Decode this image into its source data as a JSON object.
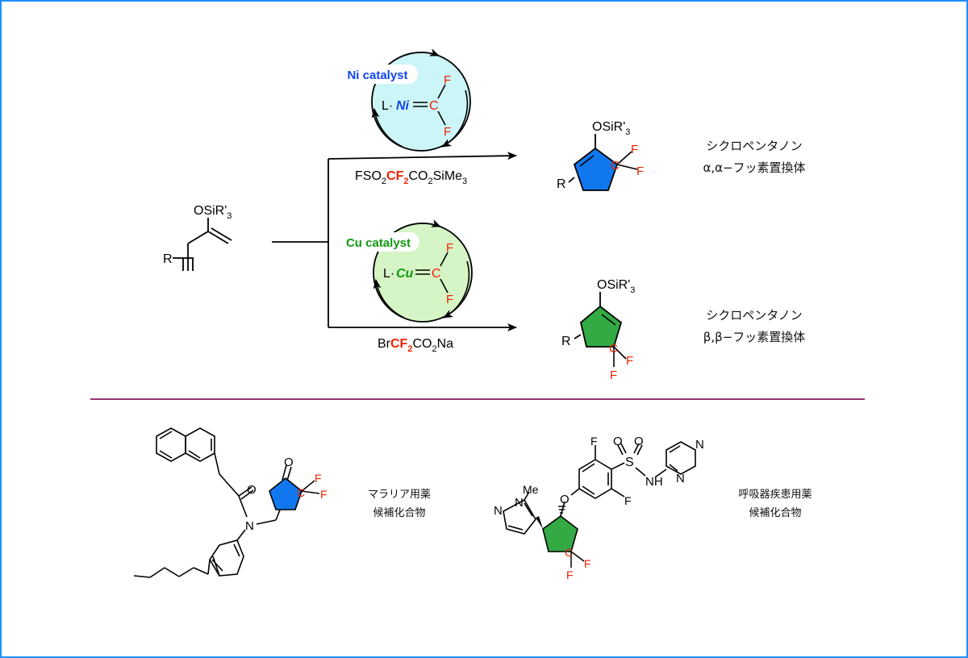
{
  "colors": {
    "border": "#1f8fff",
    "red": "#ee2200",
    "ni_blue": "#1144ee",
    "cu_green": "#119911",
    "divider": "#993377",
    "ring_blue": "#1177ee",
    "ring_green": "#33aa44",
    "cycle_blue_fill": "#ccf5f8",
    "cycle_green_fill": "#d6f5c6"
  },
  "icons": [
    "catalytic-cycle-arrow",
    "reaction-arrow",
    "wedge-bond",
    "hash-bond"
  ],
  "start_material": {
    "osi": "OSiR'",
    "osi_sub": "3",
    "r": "R"
  },
  "top": {
    "catalyst_label": "Ni catalyst",
    "complex_l": "L·",
    "metal": "Ni",
    "carbene_c": "C",
    "f": "F",
    "reagent_a": "FSO",
    "reagent_sub2": "2",
    "reagent_cf": "CF",
    "reagent_co": "CO",
    "reagent_tms": "SiMe",
    "reagent_sub3": "3",
    "product_osi": "OSiR'",
    "product_sub": "3",
    "product_r": "R",
    "product_c": "C",
    "product_f": "F",
    "caption_line1": "シクロペンタノン",
    "caption_line2": "α,α−フッ素置換体"
  },
  "bottom": {
    "catalyst_label": "Cu catalyst",
    "complex_l": "L·",
    "metal": "Cu",
    "carbene_c": "C",
    "f": "F",
    "reagent_br": "Br",
    "reagent_cf": "CF",
    "reagent_sub2": "2",
    "reagent_co": "CO",
    "reagent_na": "Na",
    "product_osi": "OSiR'",
    "product_sub": "3",
    "product_r": "R",
    "product_c": "C",
    "product_f": "F",
    "caption_line1": "シクロペンタノン",
    "caption_line2": "β,β−フッ素置換体"
  },
  "examples": {
    "left": {
      "o": "O",
      "n": "N",
      "c": "C",
      "f": "F",
      "caption_line1": "マラリア用薬",
      "caption_line2": "候補化合物"
    },
    "right": {
      "f": "F",
      "s": "S",
      "o": "O",
      "n": "N",
      "h": "H",
      "me": "Me",
      "c": "C",
      "caption_line1": "呼吸器疾患用薬",
      "caption_line2": "候補化合物"
    }
  }
}
